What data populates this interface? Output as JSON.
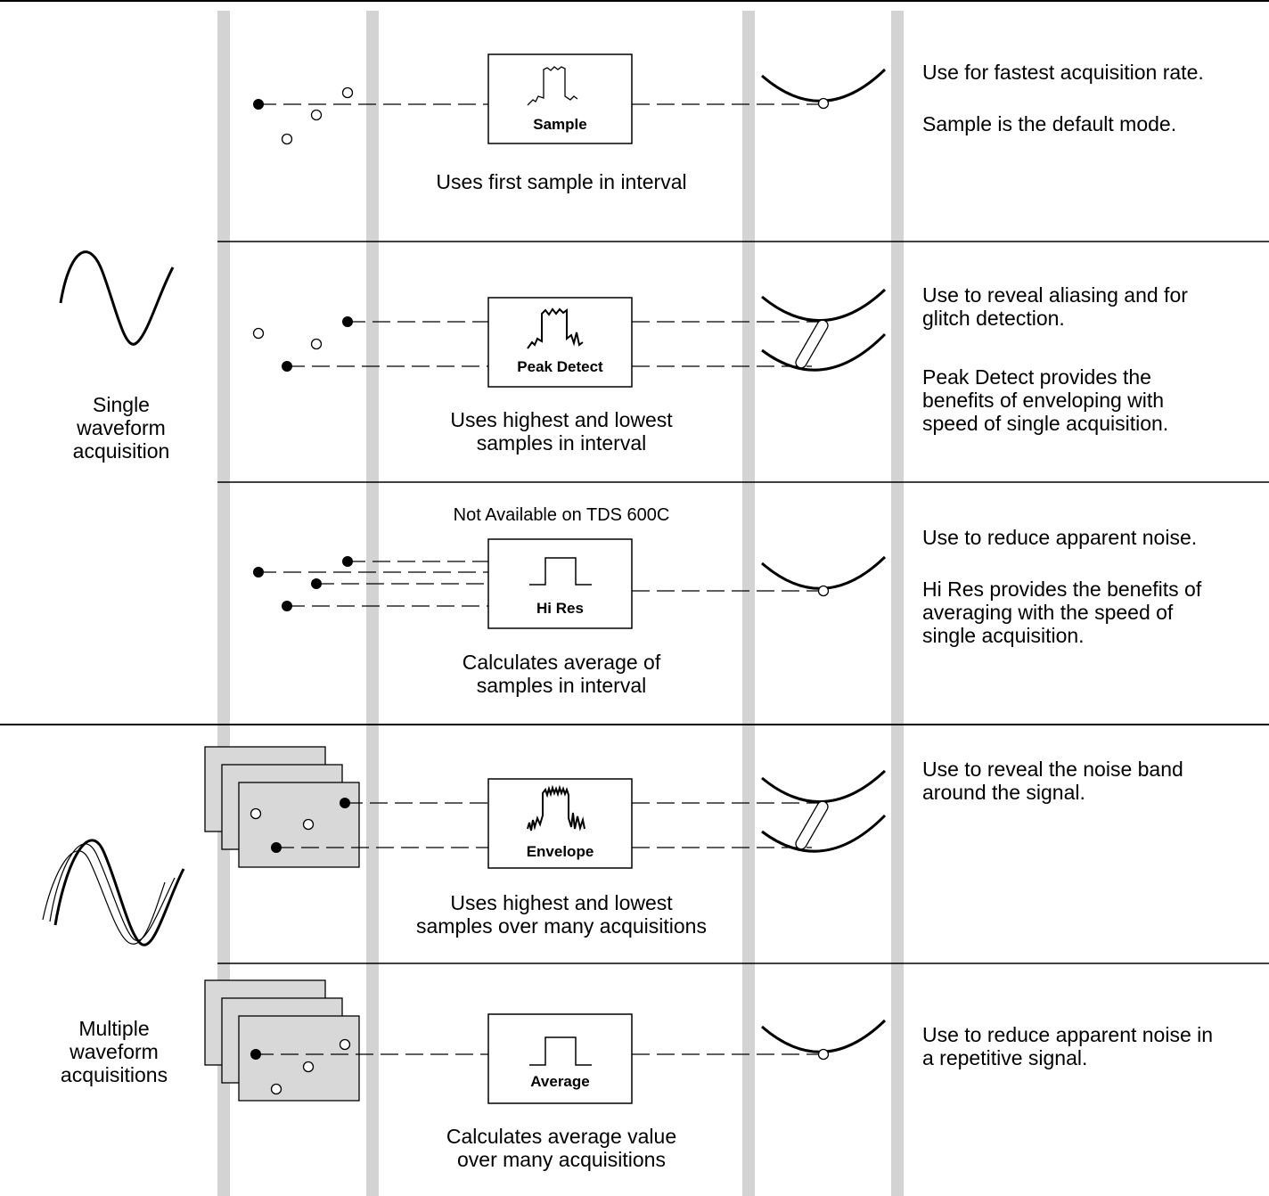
{
  "groups": {
    "single": "Single\nwaveform\nacquisition",
    "multiple": "Multiple\nwaveform\nacquisitions"
  },
  "modes": [
    {
      "id": "sample",
      "box_label": "Sample",
      "caption": "Uses first sample in interval",
      "desc": [
        "Use for fastest acquisition rate.",
        "Sample is the default mode."
      ]
    },
    {
      "id": "peak-detect",
      "box_label": "Peak Detect",
      "caption": "Uses highest and lowest\nsamples in interval",
      "desc": [
        "Use to reveal aliasing and for\nglitch detection.",
        "Peak Detect provides the\nbenefits of enveloping with\nspeed of single acquisition."
      ]
    },
    {
      "id": "hi-res",
      "box_label": "Hi Res",
      "note": "Not Available on TDS 600C",
      "caption": "Calculates average of\nsamples in interval",
      "desc": [
        "Use to reduce apparent noise.",
        "Hi Res provides the benefits of\naveraging with the speed of\nsingle acquisition."
      ]
    },
    {
      "id": "envelope",
      "box_label": "Envelope",
      "caption": "Uses highest and lowest\nsamples over many acquisitions",
      "desc": [
        "Use to reveal the noise band\naround the signal."
      ]
    },
    {
      "id": "average",
      "box_label": "Average",
      "caption": "Calculates average value\nover many acquisitions",
      "desc": [
        "Use to reduce apparent noise in\na repetitive signal."
      ]
    }
  ],
  "colors": {
    "line": "#000000",
    "column": "#d3d3d3",
    "panel": "#d8d8d8"
  },
  "icons": [
    "sine-wave-icon",
    "overlaid-sine-waves-icon",
    "waveform-box-icon",
    "curve-icon"
  ]
}
